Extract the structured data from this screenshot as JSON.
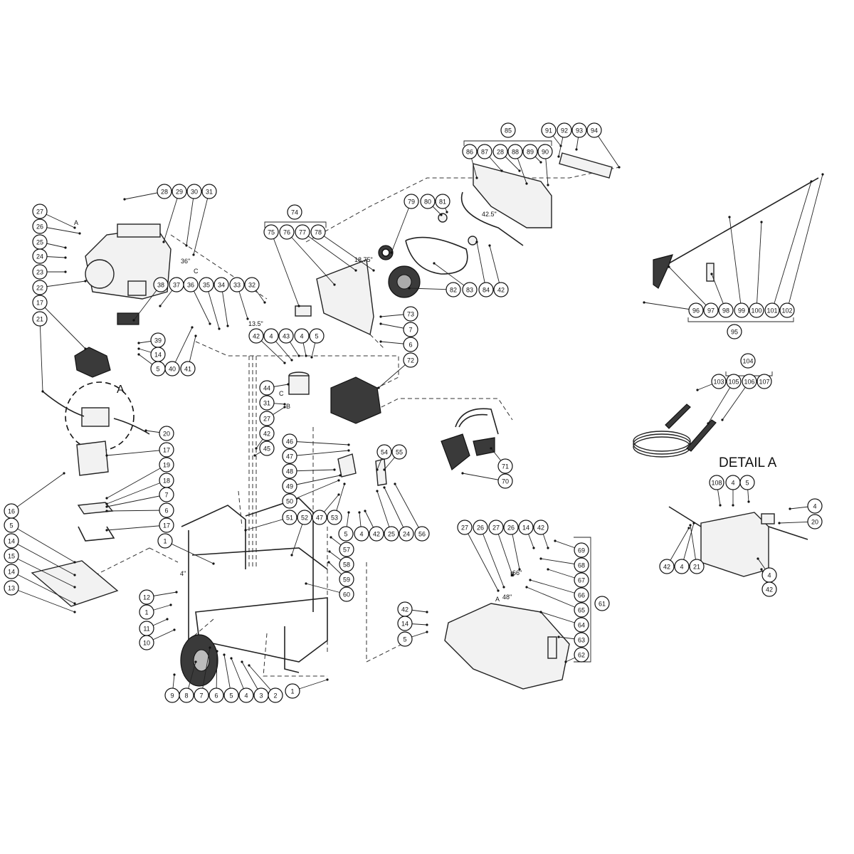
{
  "diagram": {
    "detail_title": "DETAIL  A",
    "detail_letter": "A",
    "markers": {
      "a": "A",
      "b": "B",
      "c": "C"
    },
    "dimensions": {
      "d_42_5": "42.5\"",
      "d_18_75": "18.75\"",
      "d_36": "36\"",
      "d_13_5": "13.5\"",
      "d_4": "4\"",
      "d_66": "66\"",
      "d_48": "48\""
    },
    "callouts": [
      {
        "id": "c1",
        "label": "1"
      },
      {
        "id": "c2",
        "label": "1"
      },
      {
        "id": "c3",
        "label": "1"
      },
      {
        "id": "c4",
        "label": "2"
      },
      {
        "id": "c5",
        "label": "3"
      },
      {
        "id": "c6",
        "label": "4"
      },
      {
        "id": "c7",
        "label": "5"
      },
      {
        "id": "c8",
        "label": "6"
      },
      {
        "id": "c9",
        "label": "7"
      },
      {
        "id": "c10",
        "label": "8"
      },
      {
        "id": "c11",
        "label": "9"
      },
      {
        "id": "c12",
        "label": "10"
      },
      {
        "id": "c13",
        "label": "11"
      },
      {
        "id": "c14",
        "label": "12"
      },
      {
        "id": "c15",
        "label": "13"
      },
      {
        "id": "c16",
        "label": "14"
      },
      {
        "id": "c17",
        "label": "15"
      },
      {
        "id": "c18",
        "label": "5"
      },
      {
        "id": "c19",
        "label": "14"
      },
      {
        "id": "c20",
        "label": "16"
      },
      {
        "id": "c21",
        "label": "17"
      },
      {
        "id": "c22",
        "label": "6"
      },
      {
        "id": "c23",
        "label": "7"
      },
      {
        "id": "c24",
        "label": "18"
      },
      {
        "id": "c25",
        "label": "19"
      },
      {
        "id": "c26",
        "label": "17"
      },
      {
        "id": "c27",
        "label": "20"
      },
      {
        "id": "c28",
        "label": "17"
      },
      {
        "id": "c29",
        "label": "21"
      },
      {
        "id": "c30",
        "label": "22"
      },
      {
        "id": "c31",
        "label": "23"
      },
      {
        "id": "c32",
        "label": "24"
      },
      {
        "id": "c33",
        "label": "25"
      },
      {
        "id": "c34",
        "label": "26"
      },
      {
        "id": "c35",
        "label": "27"
      },
      {
        "id": "c36",
        "label": "28"
      },
      {
        "id": "c37",
        "label": "29"
      },
      {
        "id": "c38",
        "label": "30"
      },
      {
        "id": "c39",
        "label": "31"
      },
      {
        "id": "c40",
        "label": "38"
      },
      {
        "id": "c41",
        "label": "37"
      },
      {
        "id": "c42",
        "label": "36"
      },
      {
        "id": "c43",
        "label": "35"
      },
      {
        "id": "c44",
        "label": "34"
      },
      {
        "id": "c45",
        "label": "33"
      },
      {
        "id": "c46",
        "label": "32"
      },
      {
        "id": "c47",
        "label": "39"
      },
      {
        "id": "c48",
        "label": "14"
      },
      {
        "id": "c49",
        "label": "5"
      },
      {
        "id": "c50",
        "label": "40"
      },
      {
        "id": "c51",
        "label": "41"
      },
      {
        "id": "c52",
        "label": "42"
      },
      {
        "id": "c53",
        "label": "4"
      },
      {
        "id": "c54",
        "label": "43"
      },
      {
        "id": "c55",
        "label": "4"
      },
      {
        "id": "c56",
        "label": "5"
      },
      {
        "id": "c57",
        "label": "44"
      },
      {
        "id": "c58",
        "label": "31"
      },
      {
        "id": "c59",
        "label": "27"
      },
      {
        "id": "c60",
        "label": "42"
      },
      {
        "id": "c61",
        "label": "45"
      },
      {
        "id": "c62",
        "label": "74"
      },
      {
        "id": "c63",
        "label": "75"
      },
      {
        "id": "c64",
        "label": "76"
      },
      {
        "id": "c65",
        "label": "77"
      },
      {
        "id": "c66",
        "label": "78"
      },
      {
        "id": "c67",
        "label": "79"
      },
      {
        "id": "c68",
        "label": "80"
      },
      {
        "id": "c69",
        "label": "81"
      },
      {
        "id": "c70",
        "label": "82"
      },
      {
        "id": "c71",
        "label": "83"
      },
      {
        "id": "c72",
        "label": "84"
      },
      {
        "id": "c73",
        "label": "42"
      },
      {
        "id": "c74",
        "label": "73"
      },
      {
        "id": "c75",
        "label": "7"
      },
      {
        "id": "c76",
        "label": "6"
      },
      {
        "id": "c77",
        "label": "72"
      },
      {
        "id": "c78",
        "label": "85"
      },
      {
        "id": "c79",
        "label": "86"
      },
      {
        "id": "c80",
        "label": "87"
      },
      {
        "id": "c81",
        "label": "28"
      },
      {
        "id": "c82",
        "label": "88"
      },
      {
        "id": "c83",
        "label": "89"
      },
      {
        "id": "c84",
        "label": "90"
      },
      {
        "id": "c85",
        "label": "91"
      },
      {
        "id": "c86",
        "label": "92"
      },
      {
        "id": "c87",
        "label": "93"
      },
      {
        "id": "c88",
        "label": "94"
      },
      {
        "id": "c89",
        "label": "96"
      },
      {
        "id": "c90",
        "label": "97"
      },
      {
        "id": "c91",
        "label": "98"
      },
      {
        "id": "c92",
        "label": "99"
      },
      {
        "id": "c93",
        "label": "100"
      },
      {
        "id": "c94",
        "label": "101"
      },
      {
        "id": "c95",
        "label": "102"
      },
      {
        "id": "c96",
        "label": "95"
      },
      {
        "id": "c97",
        "label": "104"
      },
      {
        "id": "c98",
        "label": "103"
      },
      {
        "id": "c99",
        "label": "105"
      },
      {
        "id": "c100",
        "label": "106"
      },
      {
        "id": "c101",
        "label": "107"
      },
      {
        "id": "c102",
        "label": "71"
      },
      {
        "id": "c103",
        "label": "70"
      },
      {
        "id": "c104",
        "label": "54"
      },
      {
        "id": "c105",
        "label": "55"
      },
      {
        "id": "c106",
        "label": "46"
      },
      {
        "id": "c107",
        "label": "47"
      },
      {
        "id": "c108",
        "label": "48"
      },
      {
        "id": "c109",
        "label": "49"
      },
      {
        "id": "c110",
        "label": "50"
      },
      {
        "id": "c111",
        "label": "51"
      },
      {
        "id": "c112",
        "label": "52"
      },
      {
        "id": "c113",
        "label": "47"
      },
      {
        "id": "c114",
        "label": "53"
      },
      {
        "id": "c115",
        "label": "5"
      },
      {
        "id": "c116",
        "label": "4"
      },
      {
        "id": "c117",
        "label": "42"
      },
      {
        "id": "c118",
        "label": "25"
      },
      {
        "id": "c119",
        "label": "24"
      },
      {
        "id": "c120",
        "label": "56"
      },
      {
        "id": "c121",
        "label": "57"
      },
      {
        "id": "c122",
        "label": "58"
      },
      {
        "id": "c123",
        "label": "59"
      },
      {
        "id": "c124",
        "label": "60"
      },
      {
        "id": "c125",
        "label": "27"
      },
      {
        "id": "c126",
        "label": "26"
      },
      {
        "id": "c127",
        "label": "27"
      },
      {
        "id": "c128",
        "label": "26"
      },
      {
        "id": "c129",
        "label": "14"
      },
      {
        "id": "c130",
        "label": "42"
      },
      {
        "id": "c131",
        "label": "69"
      },
      {
        "id": "c132",
        "label": "68"
      },
      {
        "id": "c133",
        "label": "67"
      },
      {
        "id": "c134",
        "label": "66"
      },
      {
        "id": "c135",
        "label": "65"
      },
      {
        "id": "c136",
        "label": "64"
      },
      {
        "id": "c137",
        "label": "63"
      },
      {
        "id": "c138",
        "label": "62"
      },
      {
        "id": "c139",
        "label": "61"
      },
      {
        "id": "c140",
        "label": "42"
      },
      {
        "id": "c141",
        "label": "14"
      },
      {
        "id": "c142",
        "label": "5"
      },
      {
        "id": "c143",
        "label": "108"
      },
      {
        "id": "c144",
        "label": "4"
      },
      {
        "id": "c145",
        "label": "5"
      },
      {
        "id": "c146",
        "label": "4"
      },
      {
        "id": "c147",
        "label": "20"
      },
      {
        "id": "c148",
        "label": "42"
      },
      {
        "id": "c149",
        "label": "4"
      },
      {
        "id": "c150",
        "label": "21"
      },
      {
        "id": "c151",
        "label": "4"
      },
      {
        "id": "c152",
        "label": "42"
      }
    ]
  }
}
